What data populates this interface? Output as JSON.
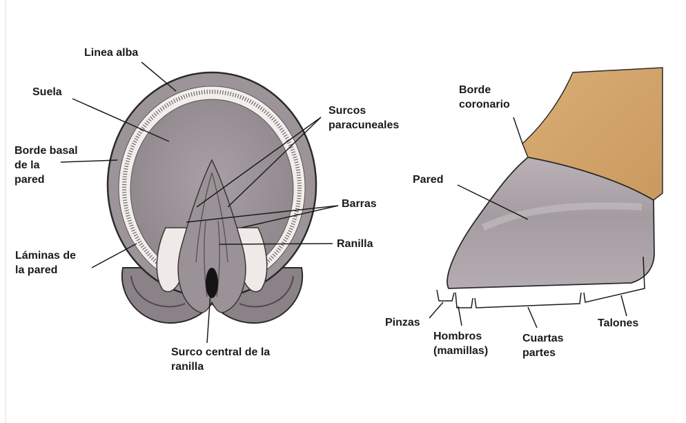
{
  "colors": {
    "sole": "#9b9396",
    "sole_dark": "#6f6a6c",
    "white_line": "#f2eeec",
    "wall_side": "#a7a0a4",
    "coronet": "#d0a36c",
    "line": "#1a1a1a"
  },
  "left_diagram": {
    "linea_alba": "Linea alba",
    "suela": "Suela",
    "borde_basal": [
      "Borde basal",
      "de la",
      "pared"
    ],
    "laminas": [
      "Láminas de",
      "la pared"
    ],
    "surcos": [
      "Surcos",
      "paracuneales"
    ],
    "barras": "Barras",
    "ranilla": "Ranilla",
    "surco_central": [
      "Surco central de la",
      "ranilla"
    ]
  },
  "right_diagram": {
    "borde_coronario": [
      "Borde",
      "coronario"
    ],
    "pared": "Pared",
    "pinzas": "Pinzas",
    "hombros": [
      "Hombros",
      "(mamillas)"
    ],
    "cuartas": [
      "Cuartas",
      "partes"
    ],
    "talones": "Talones"
  }
}
